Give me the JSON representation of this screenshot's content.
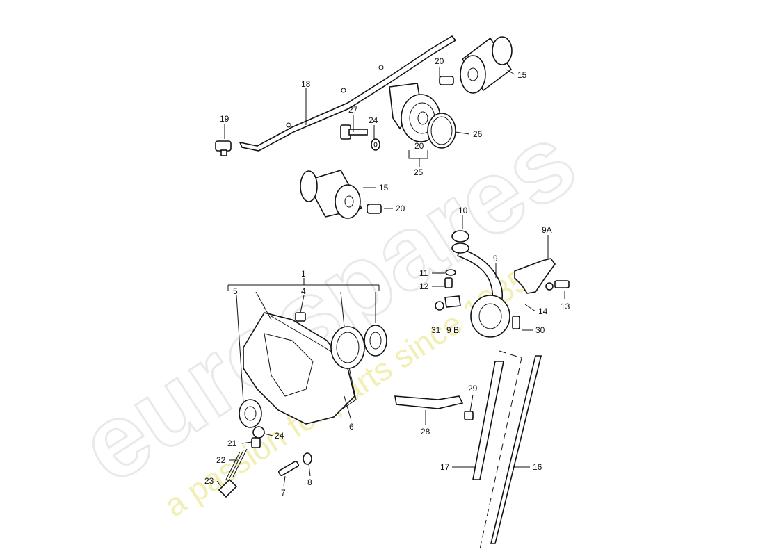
{
  "watermark": {
    "brand": "eurospares",
    "tagline": "a passion for parts since 1985"
  },
  "callouts": {
    "c1": "1",
    "c4": "4",
    "c5": "5",
    "c6": "6",
    "c7": "7",
    "c8": "8",
    "c9": "9",
    "c9a": "9A",
    "c9b": "9 B",
    "c10": "10",
    "c11": "11",
    "c12": "12",
    "c13": "13",
    "c14": "14",
    "c15a": "15",
    "c15b": "15",
    "c16": "16",
    "c17": "17",
    "c18": "18",
    "c19": "19",
    "c20a": "20",
    "c20b": "20",
    "c20c": "20",
    "c21": "21",
    "c22": "22",
    "c23": "23",
    "c24a": "24",
    "c24b": "24",
    "c25": "25",
    "c26": "26",
    "c27": "27",
    "c28": "28",
    "c29": "29",
    "c30": "30",
    "c31": "31"
  }
}
